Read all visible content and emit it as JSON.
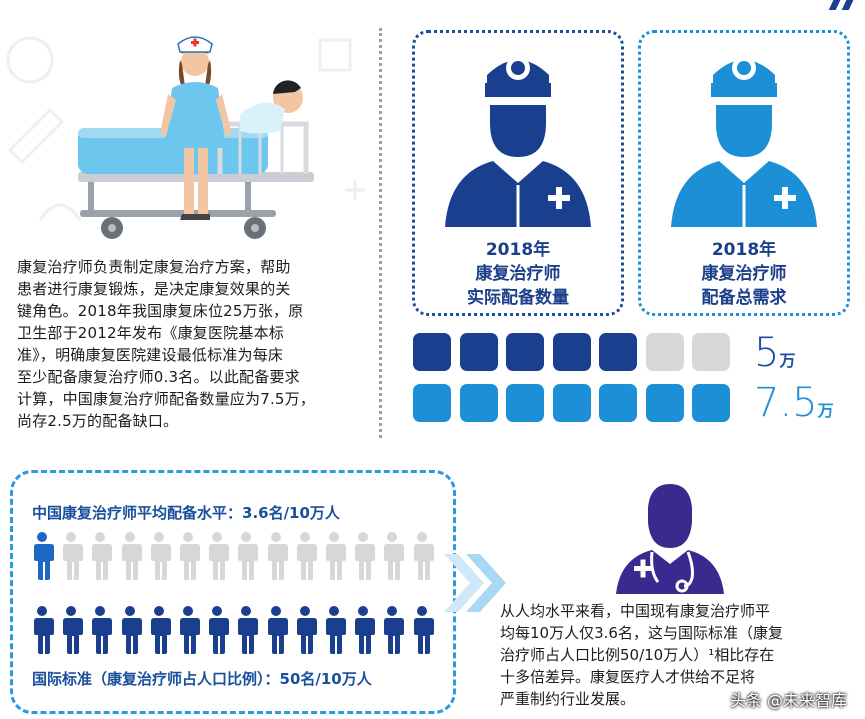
{
  "intro": {
    "lines": [
      "康复治疗师负责制定康复治疗方案，帮助",
      "患者进行康复锻炼，是决定康复效果的关",
      "键角色。2018年我国康复床位25万张，原",
      "卫生部于2012年发布《康复医院基本标",
      "准》，明确康复医院建设最低标准为每床",
      "至少配备康复治疗师0.3名。以此配备要求",
      "计算，中国康复治疗师配备数量应为7.5万，",
      "尚存2.5万的配备缺口。"
    ]
  },
  "cards": [
    {
      "lines": [
        "2018年",
        "康复治疗师",
        "实际配备数量"
      ],
      "color": "#1b3f8f"
    },
    {
      "lines": [
        "2018年",
        "康复治疗师",
        "配备总需求"
      ],
      "color": "#1c8fd6"
    }
  ],
  "bars": {
    "actual": {
      "value": "5",
      "unit": "万",
      "filled": 5,
      "total": 7,
      "color": "#1a3f8f"
    },
    "demand": {
      "value": "7.5",
      "unit": "万",
      "filled": 7,
      "total": 7,
      "color": "#1c8fd6"
    },
    "empty_color": "#d8d8d8"
  },
  "people": {
    "china_title": "中国康复治疗师平均配备水平：3.6名/10万人",
    "intl_title": "国际标准（康复治疗师占人口比例）：50名/10万人",
    "china_filled": 1,
    "per_row": 14,
    "intl_filled": 14,
    "filled_color": "#1e67c2",
    "intl_color": "#1a3f8f",
    "empty_color": "#d7d7d7"
  },
  "conclusion": {
    "lines": [
      "从人均水平来看，中国现有康复治疗师平",
      "均每10万人仅3.6名，这与国际标准（康复",
      "治疗师占人口比例50/10万人）¹相比存在",
      "十多倍差异。康复医疗人才供给不足将",
      "严重制约行业发展。"
    ]
  },
  "watermark": "头条 @未来智库"
}
